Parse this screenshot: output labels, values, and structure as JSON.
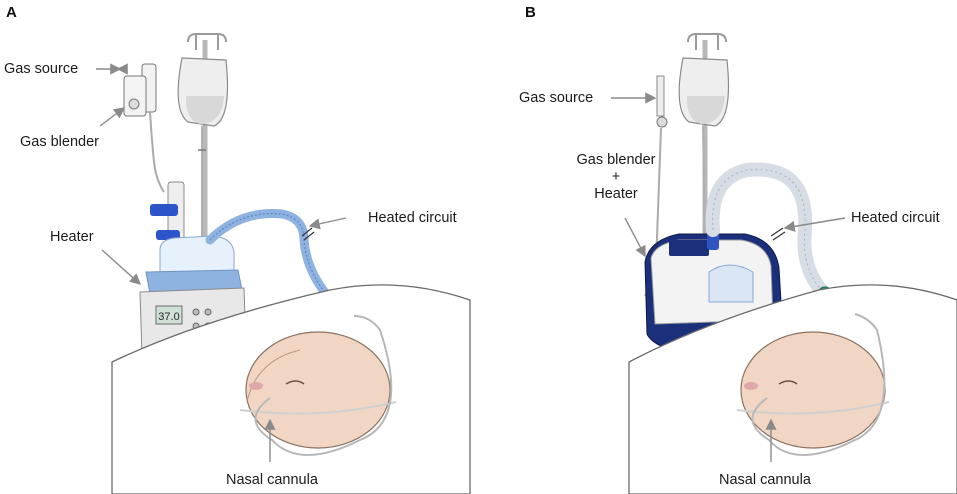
{
  "panels": [
    {
      "id": "A",
      "labels": {
        "gas_source": "Gas source",
        "gas_blender": "Gas blender",
        "heater": "Heater",
        "heated_circuit": "Heated circuit",
        "nasal_cannula": "Nasal cannula"
      },
      "display_value": "37.0"
    },
    {
      "id": "B",
      "labels": {
        "gas_source": "Gas source",
        "gas_blender_line1": "Gas blender",
        "plus": "+",
        "heater": "Heater",
        "heated_circuit": "Heated circuit",
        "nasal_cannula": "Nasal cannula"
      }
    }
  ],
  "colors": {
    "tube_blue": "#8fb3e0",
    "device_navy": "#1c2f7a",
    "skin": "#f1d7c3",
    "arrow_gray": "#9a9a9a"
  }
}
